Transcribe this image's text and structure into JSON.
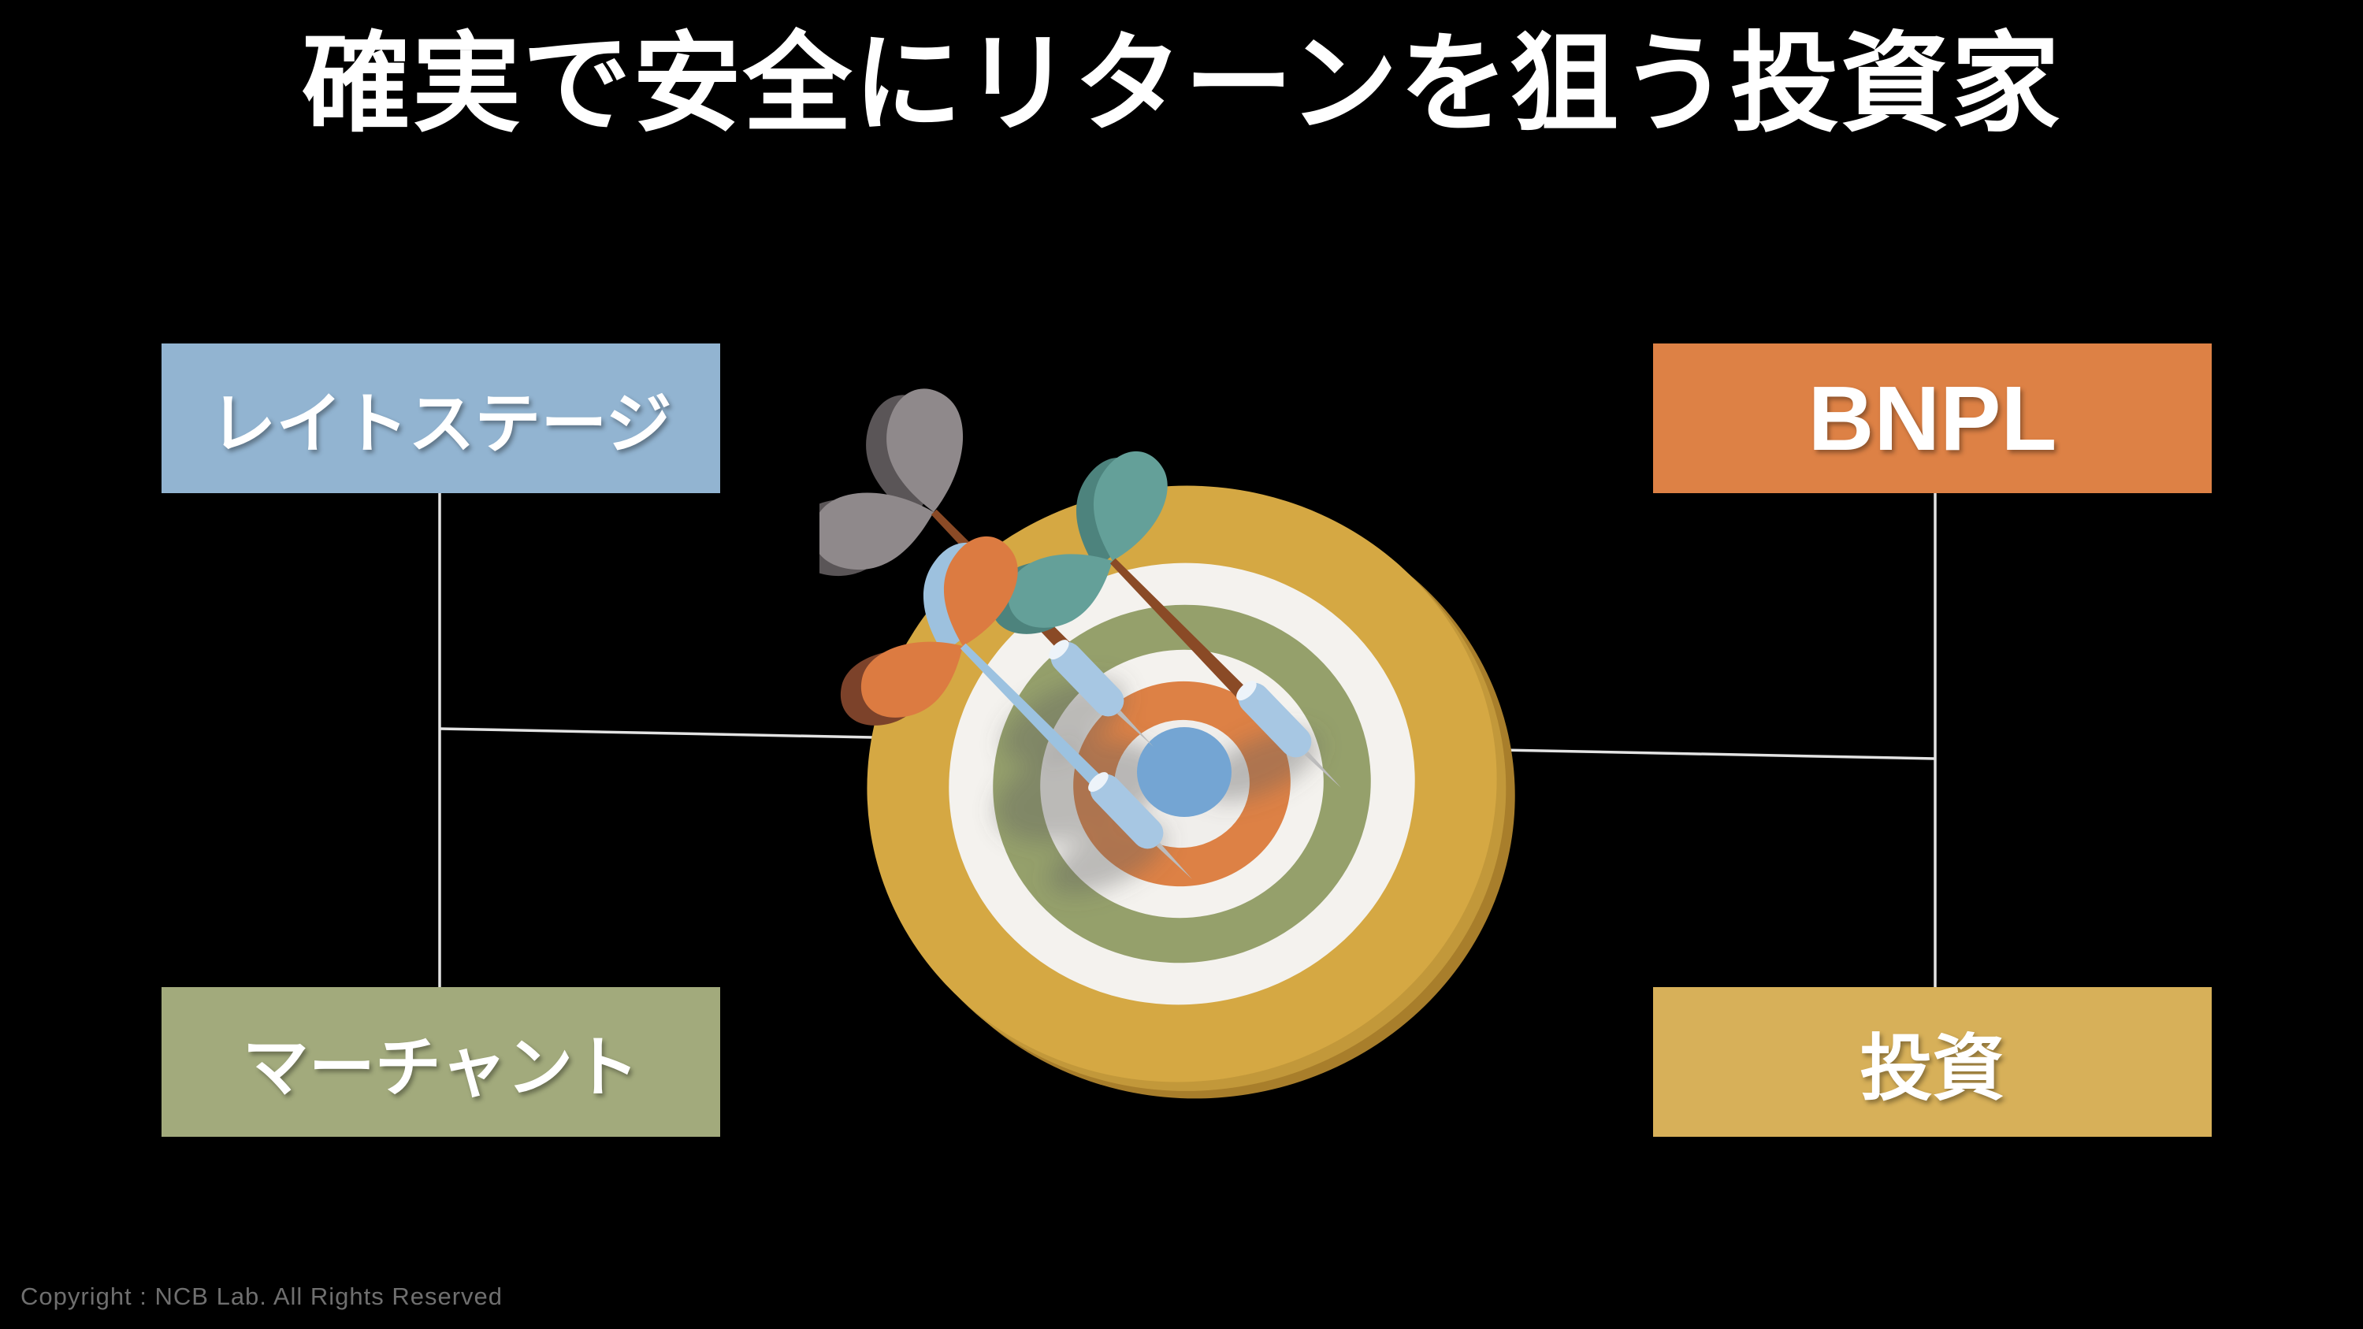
{
  "slide": {
    "title": "確実で安全にリターンを狙う投資家",
    "background_color": "#000000",
    "title_color": "#ffffff"
  },
  "boxes": {
    "late_stage": {
      "label": "レイトステージ",
      "color": "#92b4d1"
    },
    "bnpl": {
      "label": "BNPL",
      "color": "#dd8145"
    },
    "merchant": {
      "label": "マーチャント",
      "color": "#a2aa7c"
    },
    "investment": {
      "label": "投資",
      "color": "#d7b059"
    }
  },
  "illustration": {
    "name": "dartboard-with-darts",
    "colors": {
      "board_gold": "#d5a843",
      "board_depth": "#a87e2b",
      "ring_white": "#f4f2ee",
      "ring_olive": "#95a06b",
      "ring_orange": "#dd8145",
      "center_light": "#f0eeeb",
      "bullseye_blue": "#74a5d3",
      "dart_barrel_blue": "#a7c7e3",
      "dart_shaft_brown": "#8a4a26",
      "dart_shaft_blue": "#9cc2e0",
      "fin_gray": "#8f898b",
      "fin_gray_shadow": "#5a5557",
      "fin_teal": "#64a099",
      "fin_teal_shadow": "#4d837d",
      "fin_orange": "#dc7b41",
      "fin_rust_shadow": "#7c422a",
      "fin_blue_shadow": "#9dc1de",
      "needle_silver": "#bcbcbc",
      "connector_line": "#e3e3e3"
    }
  },
  "footer": {
    "copyright": "Copyright : NCB Lab. All Rights Reserved",
    "color": "#6f6f6f"
  }
}
